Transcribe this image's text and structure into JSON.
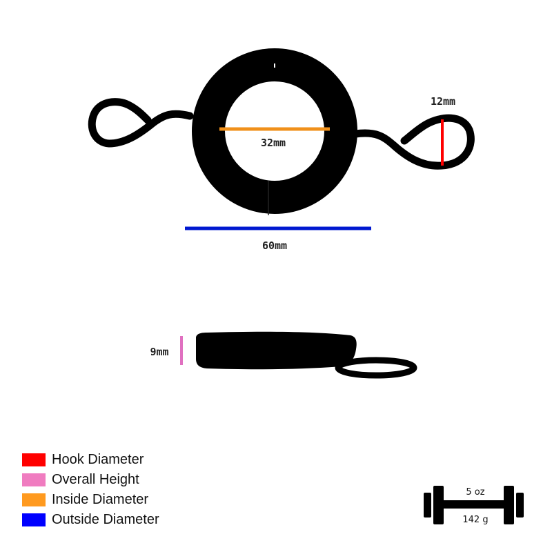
{
  "dimensions": {
    "hook_diameter": "12mm",
    "inside_diameter": "32mm",
    "outside_diameter": "60mm",
    "overall_height": "9mm"
  },
  "legend": [
    {
      "label": "Hook Diameter",
      "color": "#ff0000"
    },
    {
      "label": "Overall Height",
      "color": "#f07cc0"
    },
    {
      "label": "Inside Diameter",
      "color": "#ff9a1f"
    },
    {
      "label": "Outside Diameter",
      "color": "#0000ff"
    }
  ],
  "weight": {
    "icon": "dumbbell-icon",
    "imperial": "5 oz",
    "metric": "142 g"
  },
  "colors": {
    "product": "#000000",
    "hook": "#ff0000",
    "height": "#e070c0",
    "inside": "#f0901a",
    "outside": "#0018d0"
  }
}
